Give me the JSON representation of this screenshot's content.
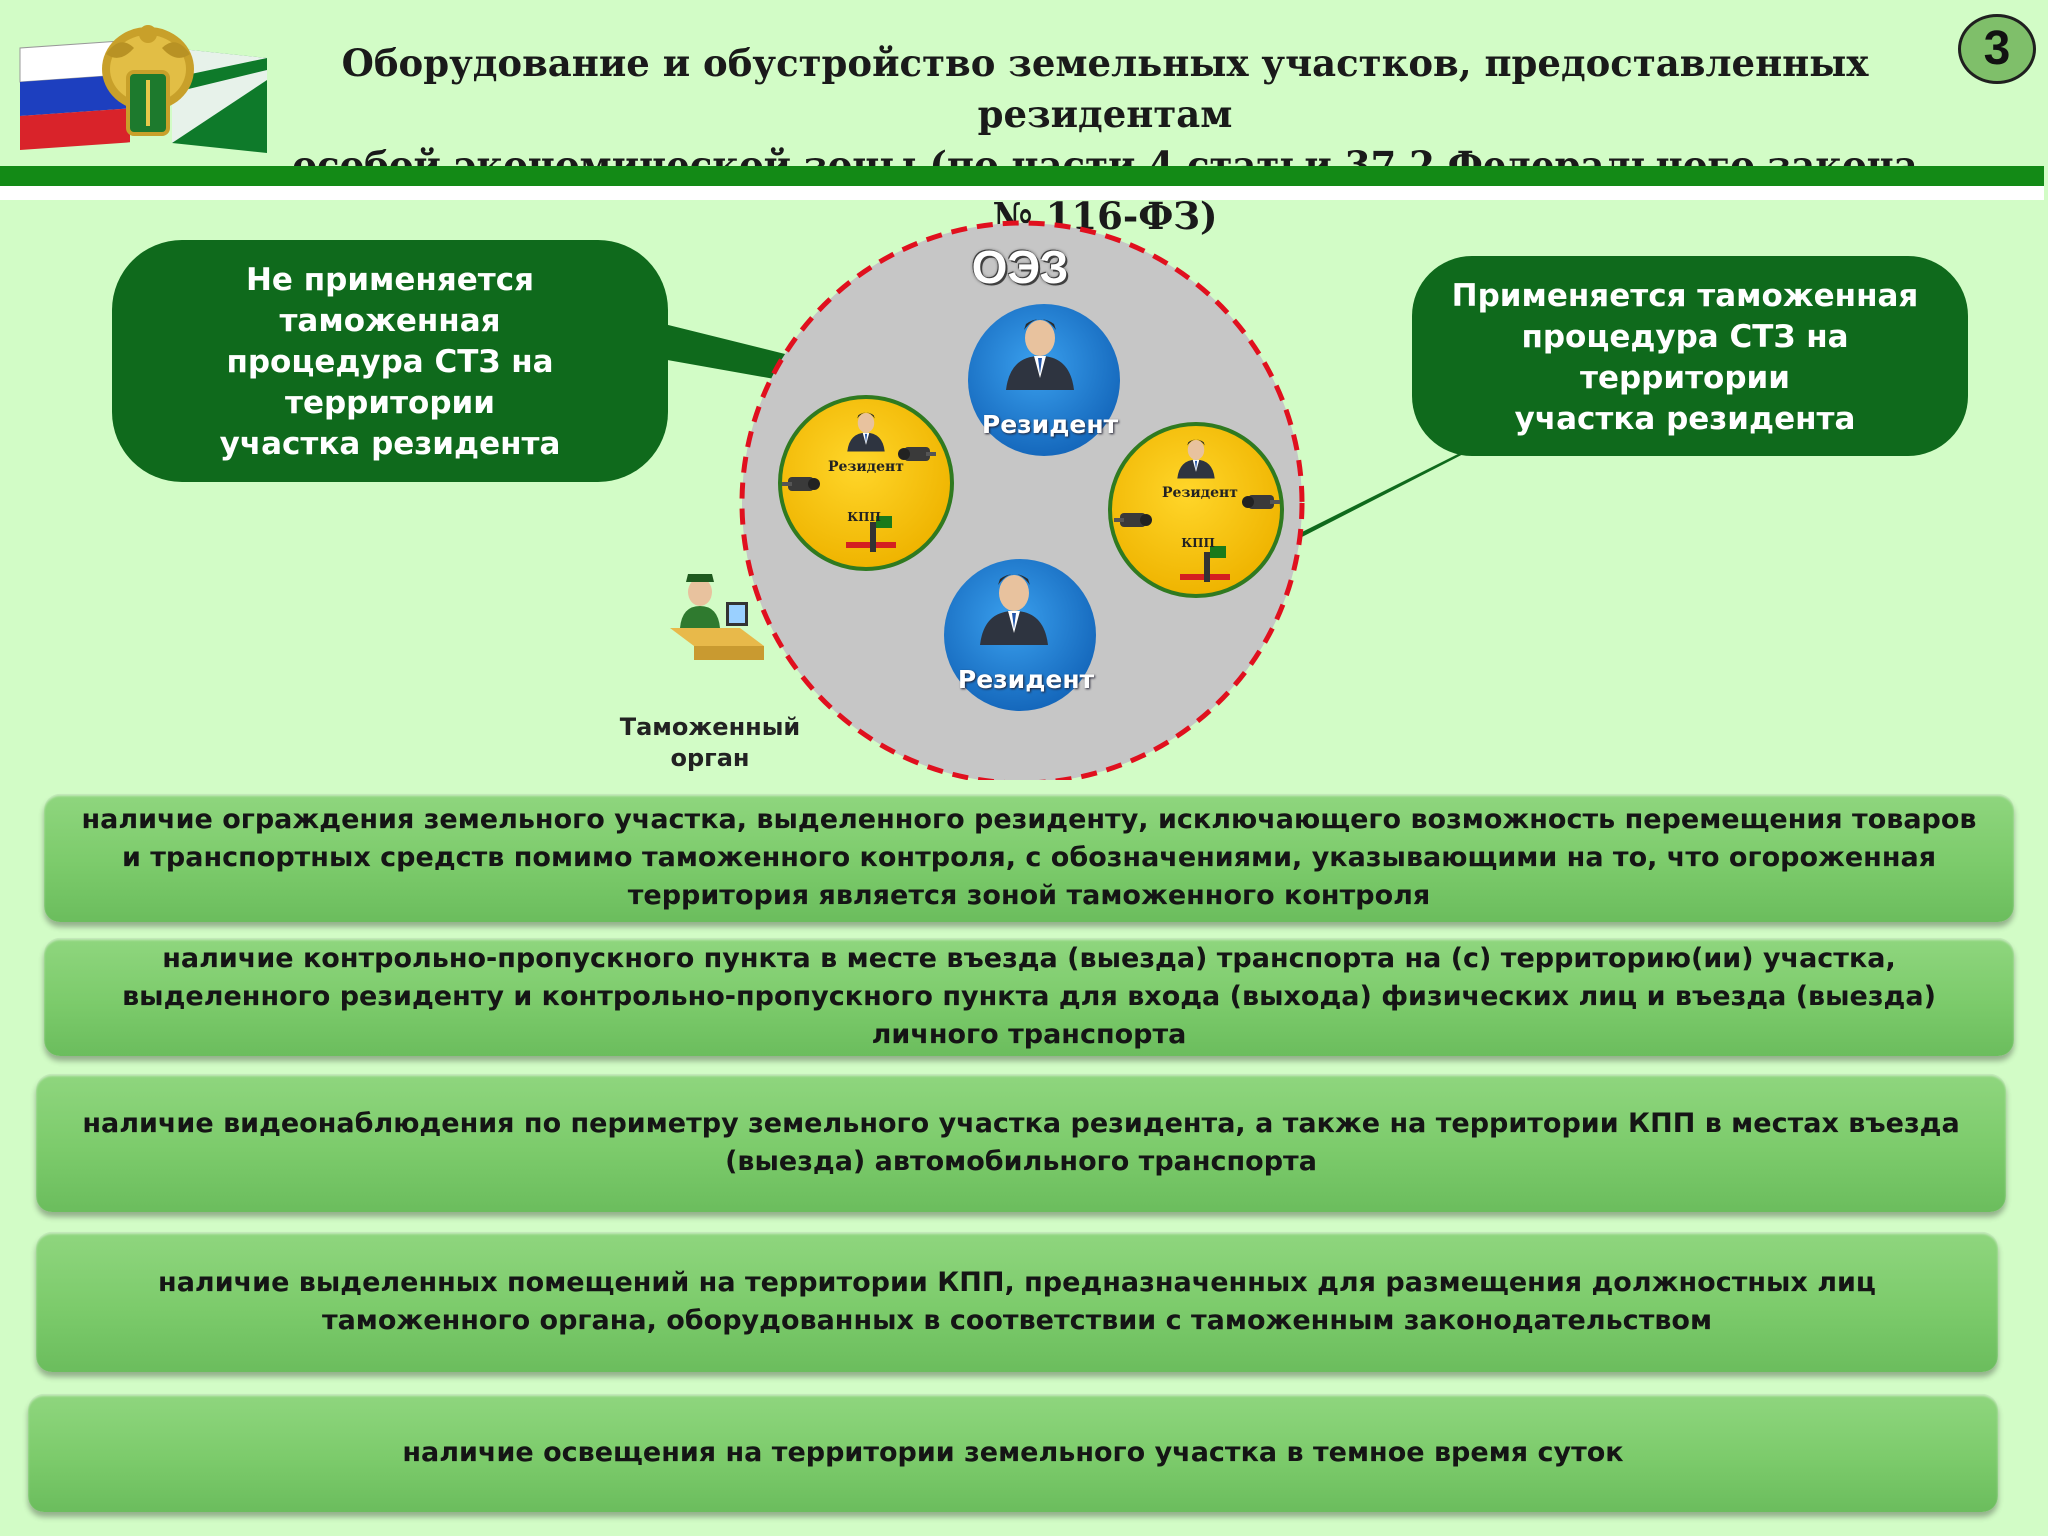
{
  "header": {
    "title_line1": "Оборудование и обустройство земельных участков, предоставленных резидентам",
    "title_line2": "особой экономической зоны (по части 4 статьи 37.2 Федерального закона № 116-ФЗ)",
    "page_number": "3"
  },
  "diagram": {
    "zone_label": "ОЭЗ",
    "callout_left": [
      "Не применяется",
      "таможенная",
      "процедура СТЗ на",
      "территории",
      "участка резидента"
    ],
    "callout_right": [
      "Применяется таможенная",
      "процедура СТЗ на",
      "территории",
      "участка резидента"
    ],
    "resident_label": "Резидент",
    "checkpoint_label": "КПП",
    "customs_label_line1": "Таможенный",
    "customs_label_line2": "орган"
  },
  "requirements": [
    "наличие ограждения земельного участка, выделенного резиденту, исключающего возможность перемещения товаров и транспортных средств помимо таможенного контроля, с обозначениями, указывающими на то, что огороженная территория является зоной таможенного контроля",
    "наличие контрольно-пропускного пункта в месте въезда (выезда) транспорта на (с) территорию(ии) участка, выделенного резиденту и контрольно-пропускного пункта для входа (выхода) физических лиц и въезда (выезда) личного транспорта",
    "наличие видеонаблюдения по периметру земельного участка резидента, а также на территории КПП в местах въезда (выезда) автомобильного транспорта",
    "наличие выделенных помещений на территории КПП, предназначенных для размещения должностных лиц таможенного органа, оборудованных в соответствии с таможенным законодательством",
    "наличие освещения на территории земельного участка в темное время суток"
  ],
  "colors": {
    "background": "#d2fcc6",
    "callout": "#0f6a1c",
    "zone_fill": "#c6c6c6",
    "zone_border": "#e0101e",
    "resident_circle": "#1f7fd4",
    "plot_circle": "#f6c300",
    "requirement_box": "#7ccb6b"
  }
}
